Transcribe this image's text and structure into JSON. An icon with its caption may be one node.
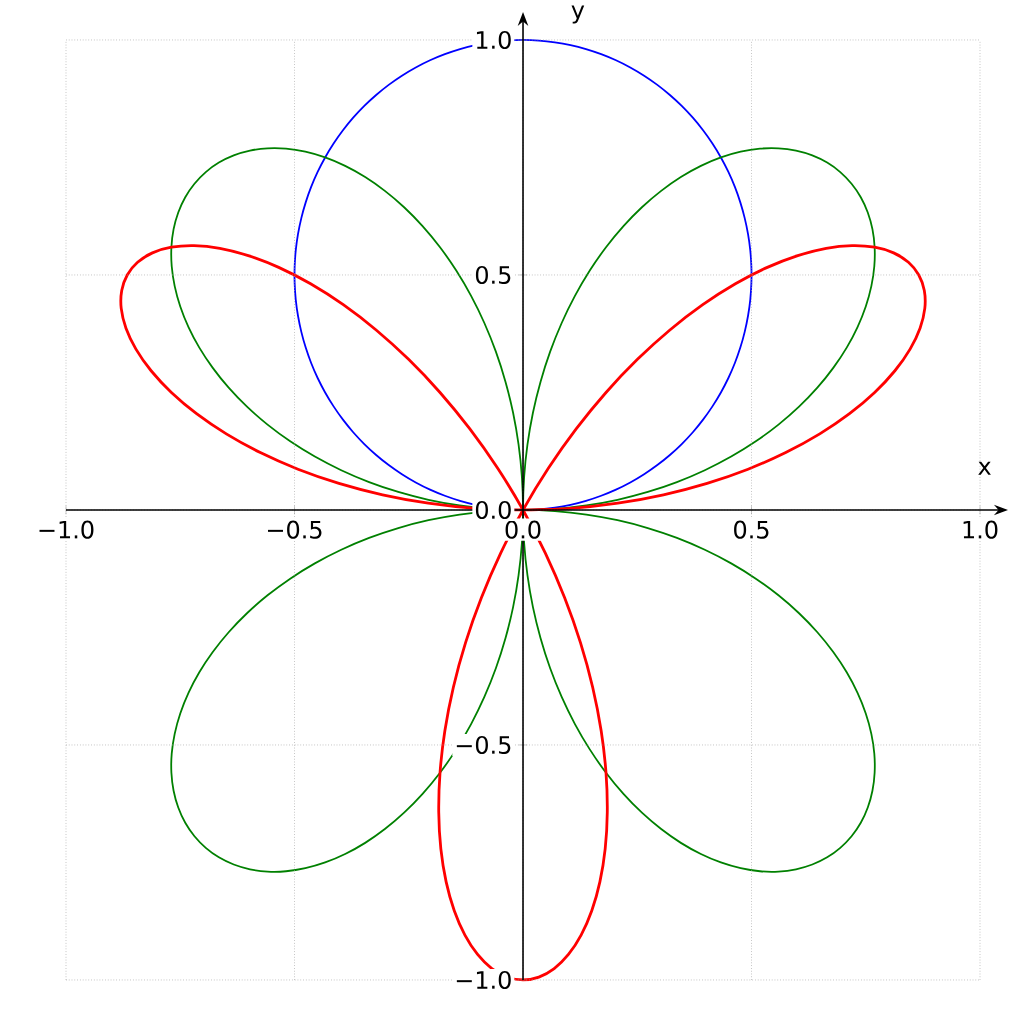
{
  "diagram": {
    "chart_data": {
      "type": "line",
      "xlabel": "x",
      "ylabel": "y",
      "grid": true,
      "xlim": [
        -1.0,
        1.0
      ],
      "ylim": [
        -1.0,
        1.0
      ],
      "xticks": [
        {
          "value": -1.0,
          "label": "−1.0"
        },
        {
          "value": -0.5,
          "label": "−0.5"
        },
        {
          "value": 0.0,
          "label": "0.0"
        },
        {
          "value": 0.5,
          "label": "0.5"
        },
        {
          "value": 1.0,
          "label": "1.0"
        }
      ],
      "yticks": [
        {
          "value": -1.0,
          "label": "−1.0"
        },
        {
          "value": -0.5,
          "label": "−0.5"
        },
        {
          "value": 0.0,
          "label": "0.0"
        },
        {
          "value": 0.5,
          "label": "0.5"
        },
        {
          "value": 1.0,
          "label": "1.0"
        }
      ]
    }
  }
}
